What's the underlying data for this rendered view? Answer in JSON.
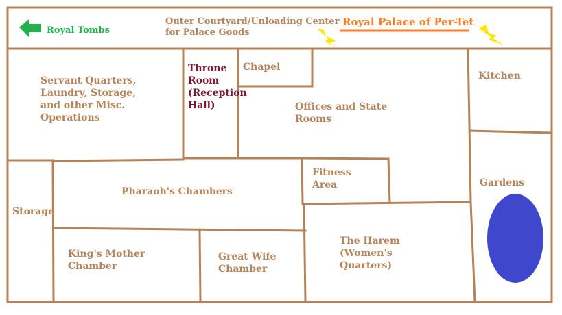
{
  "header": {
    "royal_tombs": "Royal Tombs",
    "outer_courtyard": "Outer Courtyard/Unloading Center\nfor Palace Goods",
    "palace_title": "Royal Palace of Per-Tet"
  },
  "rooms": {
    "servant_quarters": "Servant Quarters,\nLaundry, Storage,\nand other Misc.\nOperations",
    "throne_room": "Throne\nRoom\n(Reception\nHall)",
    "chapel": "Chapel",
    "offices": "Offices and State\nRooms",
    "kitchen": "Kitchen",
    "gardens": "Gardens",
    "storage": "Storage",
    "pharaohs_chambers": "Pharaoh's Chambers",
    "fitness_area": "Fitness\nArea",
    "kings_mother": "King's Mother\nChamber",
    "great_wife": "Great Wife\nChamber",
    "harem": "The Harem\n(Women's\nQuarters)"
  },
  "colors": {
    "wall": "#b5835a",
    "tombs_arrow": "#22b14c",
    "title": "#ff7f27",
    "throne_text": "#7a1830",
    "pond": "#3f48cc",
    "lightning": "#ffe600"
  },
  "icons": {
    "tombs_arrow": "left-arrow-icon",
    "bolts": "lightning-bolt-icon",
    "pond": "pond-oval"
  }
}
